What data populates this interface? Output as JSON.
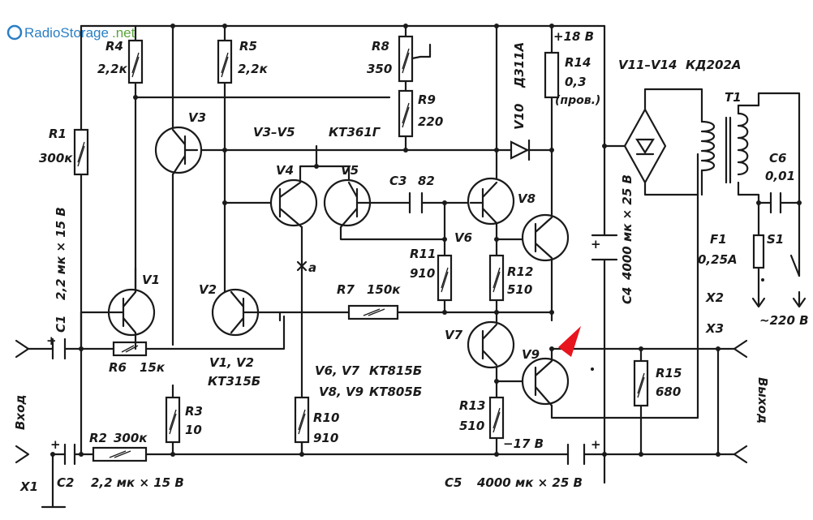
{
  "watermark": {
    "brand": "RadioStorage",
    "tld": ".net"
  },
  "labels": {
    "r1": "R1",
    "r1_val": "300к",
    "r2": "R2",
    "r2_val": "300к",
    "r3": "R3",
    "r3_val": "10",
    "r4": "R4",
    "r4_val": "2,2к",
    "r5": "R5",
    "r5_val": "2,2к",
    "r6": "R6",
    "r6_val": "15к",
    "r7": "R7",
    "r7_val": "150к",
    "r8": "R8",
    "r8_val": "350",
    "r9": "R9",
    "r9_val": "220",
    "r10": "R10",
    "r10_val": "910",
    "r11": "R11",
    "r11_val": "910",
    "r12": "R12",
    "r12_val": "510",
    "r13": "R13",
    "r13_val": "510",
    "r14": "R14",
    "r14_val": "0,3",
    "r14_note": "(пров.)",
    "r15": "R15",
    "r15_val": "680",
    "c1": "C1",
    "c1_val": "2,2 мк × 15 В",
    "c2": "C2",
    "c2_val": "2,2 мк × 15 В",
    "c3": "C3",
    "c3_val": "82",
    "c4": "C4",
    "c4_val": "4000 мк × 25 В",
    "c5": "C5",
    "c5_val": "4000 мк × 25 В",
    "c6": "C6",
    "c6_val": "0,01",
    "v1": "V1",
    "v2": "V2",
    "v3": "V3",
    "v4": "V4",
    "v5": "V5",
    "v6": "V6",
    "v7": "V7",
    "v8": "V8",
    "v9": "V9",
    "v10": "V10",
    "v10_type": "Д311А",
    "v1v2": "V1, V2",
    "v1v2_type": "КТ315Б",
    "v3v5": "V3–V5",
    "v3v5_type": "КТ361Г",
    "v6v7": "V6, V7",
    "v6v7_type": "КТ815Б",
    "v8v9": "V8, V9",
    "v8v9_type": "КТ805Б",
    "v11v14": "V11–V14",
    "v11v14_type": "КД202А",
    "t1": "T1",
    "f1": "F1",
    "f1_val": "0,25А",
    "s1": "S1",
    "plus18": "+18 В",
    "minus17": "−17 В",
    "mains": "~220 В",
    "input": "Вход",
    "output": "Выход",
    "x1": "X1",
    "x2": "X2",
    "x3": "X3",
    "point_a": "а",
    "plus": "+"
  },
  "colors": {
    "marker": "#e8141e",
    "watermark_blue": "#2a7fc4",
    "watermark_green": "#5aa63a"
  }
}
